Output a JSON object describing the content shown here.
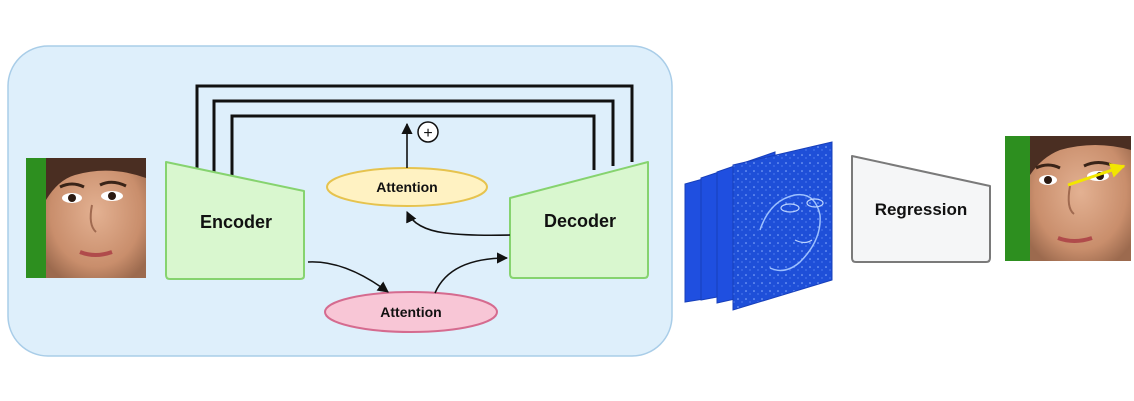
{
  "diagram": {
    "encoder_label": "Encoder",
    "decoder_label": "Decoder",
    "attention_top_label": "Attention",
    "attention_bottom_label": "Attention",
    "regression_label": "Regression",
    "plus_symbol": "+"
  },
  "colors": {
    "panel_fill": "#deeffb",
    "panel_stroke": "#a9cde8",
    "block_fill": "#d9f7cf",
    "block_stroke": "#86d36f",
    "attention_top_fill": "#fff2c2",
    "attention_top_stroke": "#e6c34e",
    "attention_bottom_fill": "#f8c6d6",
    "attention_bottom_stroke": "#d56b8f",
    "regression_fill": "#f5f6f7",
    "regression_stroke": "#7a7a7a",
    "feature_map": "#1f4fe0",
    "gaze_arrow": "#f2e600"
  }
}
